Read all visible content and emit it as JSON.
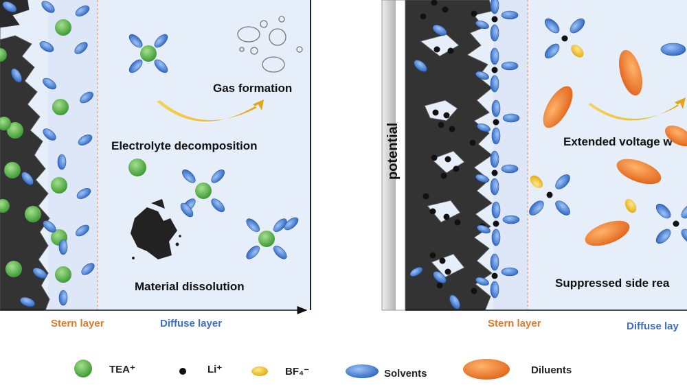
{
  "left_panel": {
    "labels": {
      "gas": "Gas formation",
      "decomp": "Electrolyte decomposition",
      "dissolution": "Material dissolution"
    },
    "axis": {
      "stern": "Stern layer",
      "diffuse": "Diffuse layer"
    }
  },
  "right_panel": {
    "potential_label": "potential",
    "labels": {
      "extended": "Extended voltage w",
      "suppressed": "Suppressed side rea"
    },
    "axis": {
      "stern": "Stern layer",
      "diffuse": "Diffuse lay"
    }
  },
  "legend": {
    "tea": "TEA⁺",
    "li": "Li⁺",
    "bf4": "BF₄⁻",
    "solvents": "Solvents",
    "diluents": "Diluents"
  },
  "colors": {
    "tea": "#5cb84a",
    "li": "#111111",
    "bf4": "#f2c21a",
    "solvent": "#3f7ed6",
    "diluent": "#f07b22",
    "electrode": "#333333",
    "background": "#e6eefa",
    "stern_label": "#e07a2a",
    "diffuse_label": "#3d6fc9",
    "arrow": "#f3b51b"
  }
}
